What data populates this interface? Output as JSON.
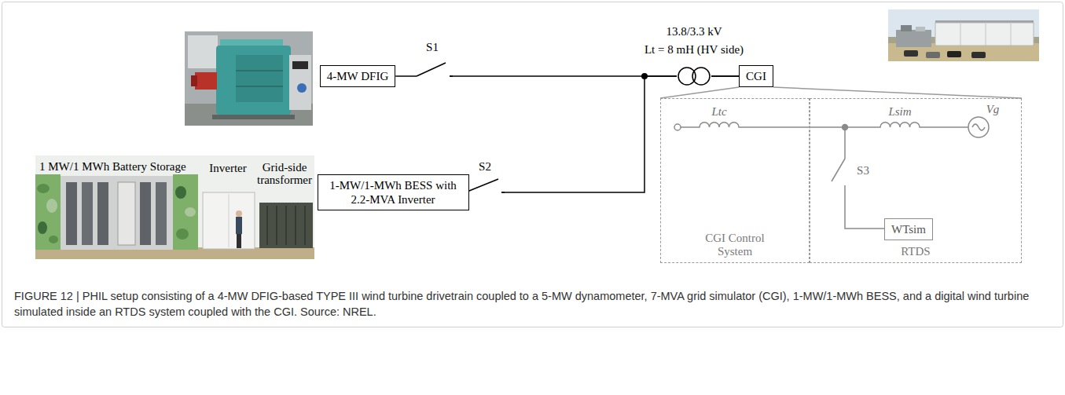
{
  "diagram": {
    "caption": "FIGURE 12 | PHIL setup consisting of a 4-MW DFIG-based TYPE III wind turbine drivetrain coupled to a 5-MW dynamometer, 7-MVA grid simulator (CGI), 1-MW/1-MWh BESS, and a digital wind turbine simulated inside an RTDS system coupled with the CGI. Source: NREL.",
    "nodes": [
      {
        "text": [
          "4-MW DFIG"
        ]
      },
      {
        "text": [
          "1-MW/1-MWh BESS with 2.2-MVA Inverter"
        ]
      },
      {
        "text": [
          "CGI"
        ]
      },
      {
        "text": [
          "CGI Control System"
        ]
      },
      {
        "text": [
          "RTDS"
        ]
      },
      {
        "text": [
          "WTsim"
        ],
        "in": 4
      }
    ],
    "edges": [
      {
        "from": 0,
        "to": 2,
        "arrow": "none"
      },
      {
        "from": 1,
        "to": 2,
        "arrow": "none"
      },
      {
        "from": 2,
        "to": 3,
        "arrow": "none"
      },
      {
        "from": 2,
        "to": 4,
        "arrow": "none"
      }
    ],
    "labels": [
      "S1",
      "13.8/3.3 kV",
      "Lt = 8 mH (HV side)",
      "S2",
      "Ltc",
      "Lsim",
      "Vg",
      "S3",
      "1 MW/1 MWh Battery Storage",
      "Inverter",
      "Grid-side transformer"
    ]
  }
}
